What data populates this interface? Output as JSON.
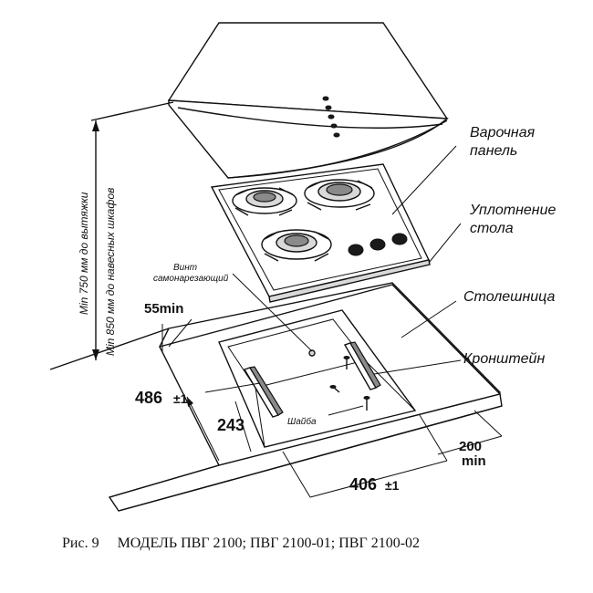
{
  "labels": {
    "hob": [
      "Варочная",
      "панель"
    ],
    "seal": [
      "Уплотнение",
      "стола"
    ],
    "countertop": "Столешница",
    "bracket": "Кронштейн",
    "screw": [
      "Винт",
      "самонарезающий"
    ],
    "washer": "Шайба",
    "min_hood_1": "Min 750 мм до вытяжки",
    "min_hood_2": "Min 850 мм до навесных шкафов"
  },
  "dimensions": {
    "d55": "55min",
    "d486": "486",
    "d486_tol": "±1",
    "d243": "243",
    "d406": "406",
    "d406_tol": "±1",
    "d200_a": "200",
    "d200_b": "min"
  },
  "caption": "Рис. 9     МОДЕЛЬ ПВГ 2100; ПВГ 2100-01; ПВГ 2100-02"
}
